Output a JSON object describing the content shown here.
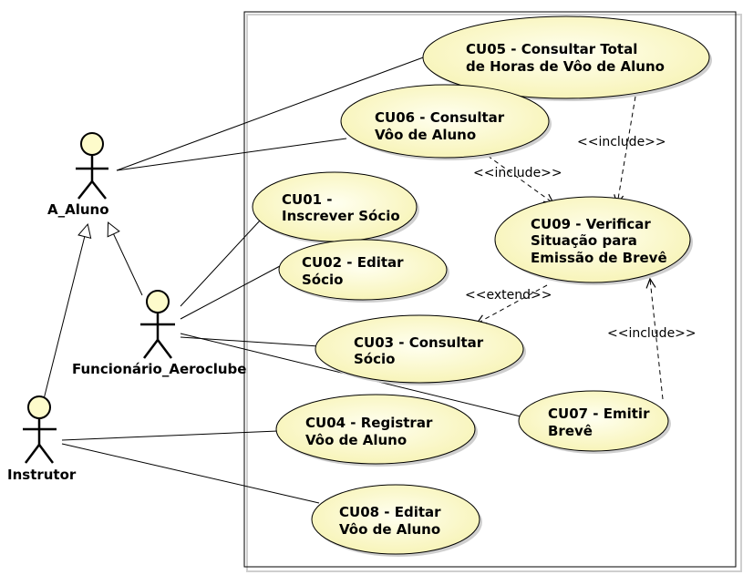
{
  "actors": {
    "aluno": "A_Aluno",
    "funcionario": "Funcionário_Aeroclube",
    "instrutor": "Instrutor"
  },
  "use_cases": {
    "cu05": [
      "CU05 - Consultar Total",
      "de Horas de Vôo de Aluno"
    ],
    "cu06": [
      "CU06 - Consultar",
      "Vôo de Aluno"
    ],
    "cu01": [
      "CU01 -",
      "Inscrever Sócio"
    ],
    "cu02": [
      "CU02 - Editar",
      "Sócio"
    ],
    "cu03": [
      "CU03 - Consultar",
      "Sócio"
    ],
    "cu04": [
      "CU04 - Registrar",
      "Vôo de Aluno"
    ],
    "cu08": [
      "CU08 - Editar",
      "Vôo de Aluno"
    ],
    "cu09": [
      "CU09 - Verificar",
      "Situação para",
      "Emissão de Brevê"
    ],
    "cu07": [
      "CU07 - Emitir",
      "Brevê"
    ]
  },
  "stereotypes": {
    "include_cu05": "<<include>>",
    "include_cu06": "<<include>>",
    "extend_cu03": "<<extend>>",
    "include_cu07": "<<include>>"
  },
  "colors": {
    "usecase_fill": "#fdfbcb",
    "usecase_stroke": "#000000",
    "actor_head_fill": "#fdfbcb",
    "line": "#000000",
    "shadow": "#cfcfcf"
  }
}
